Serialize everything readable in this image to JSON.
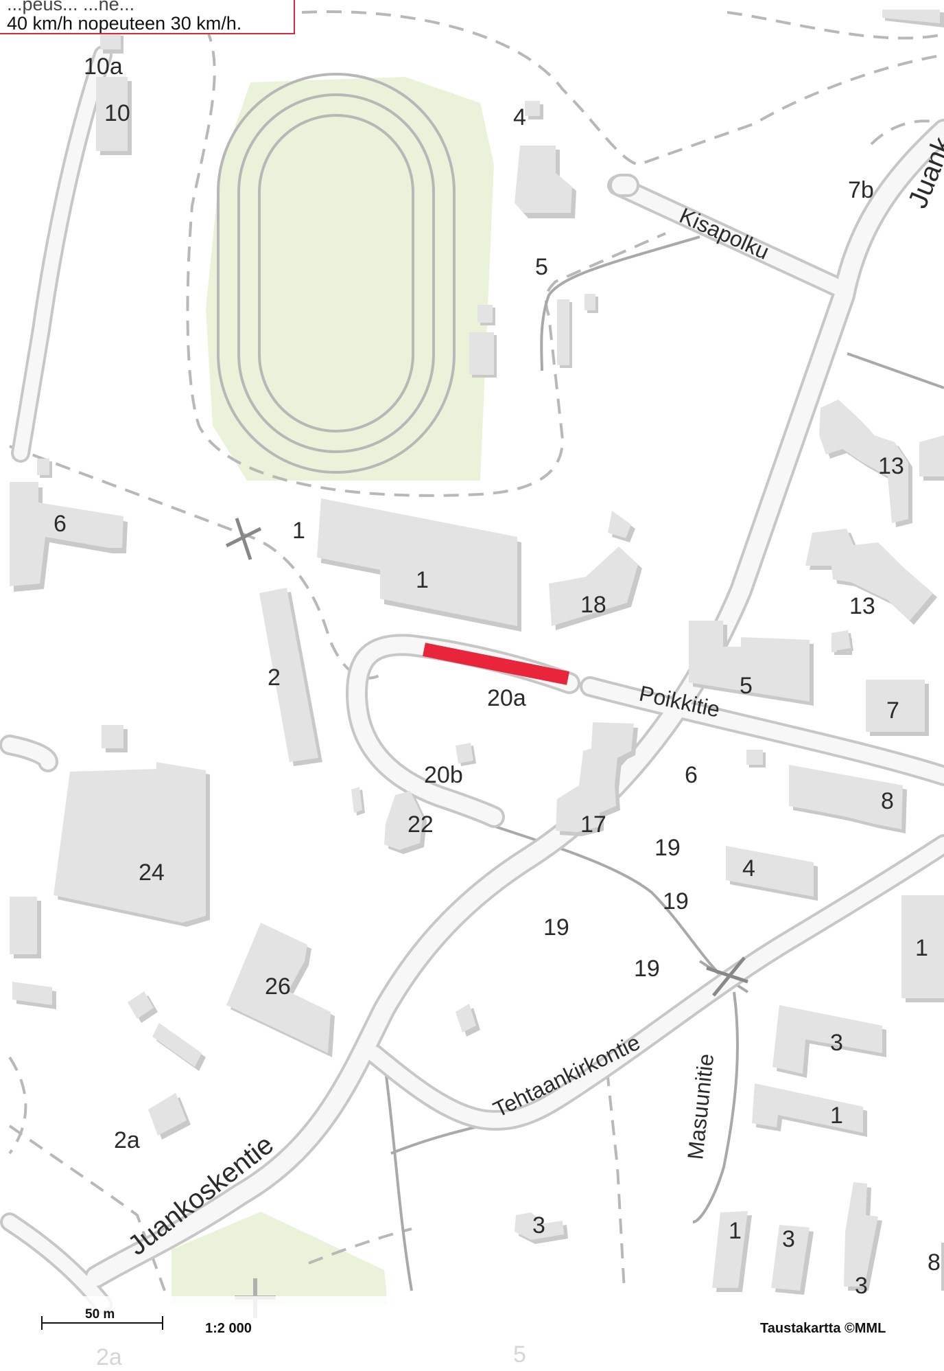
{
  "notice": {
    "line1": "...peus... ...ne...",
    "line2": "40 km/h nopeuteen 30 km/h."
  },
  "streets": {
    "juankoskentie": "Juankoskentie",
    "juankoskentie_top": "Juank",
    "kisapolku": "Kisapolku",
    "poikkitie": "Poikkitie",
    "tehtaankirkontie": "Tehtaankirkontie",
    "masuunitie": "Masuunitie"
  },
  "house_numbers": {
    "n10a": "10a",
    "n10": "10",
    "n4_top": "4",
    "n7b": "7b",
    "n5_top": "5",
    "n13a": "13",
    "n13b": "13",
    "n6_left": "6",
    "n1_small": "1",
    "n1_big": "1",
    "n18": "18",
    "n2": "2",
    "n20a": "20a",
    "n5_mid": "5",
    "n7": "7",
    "n20b": "20b",
    "n6_mid": "6",
    "n8": "8",
    "n22": "22",
    "n17": "17",
    "n19a": "19",
    "n4_mid": "4",
    "n24": "24",
    "n19b": "19",
    "n19c": "19",
    "n19d": "19",
    "n1_right": "1",
    "n26": "26",
    "n3_right": "3",
    "n1_lower": "1",
    "n2a": "2a",
    "n3_bottom": "3",
    "n1_bottom": "1",
    "n3_bottom2": "3",
    "n3_bottom3": "3",
    "n8_edge": "8",
    "n2a_faded": "2a",
    "n5_faded": "5"
  },
  "footer": {
    "scale_label": "50 m",
    "scale_ratio": "1:2 000",
    "copyright": "Taustakartta ©MML"
  },
  "colors": {
    "highlight": "#e8253a",
    "sports_field": "#eaf3d9",
    "building": "#e3e3e3",
    "road_edge": "#c7c7c7"
  }
}
